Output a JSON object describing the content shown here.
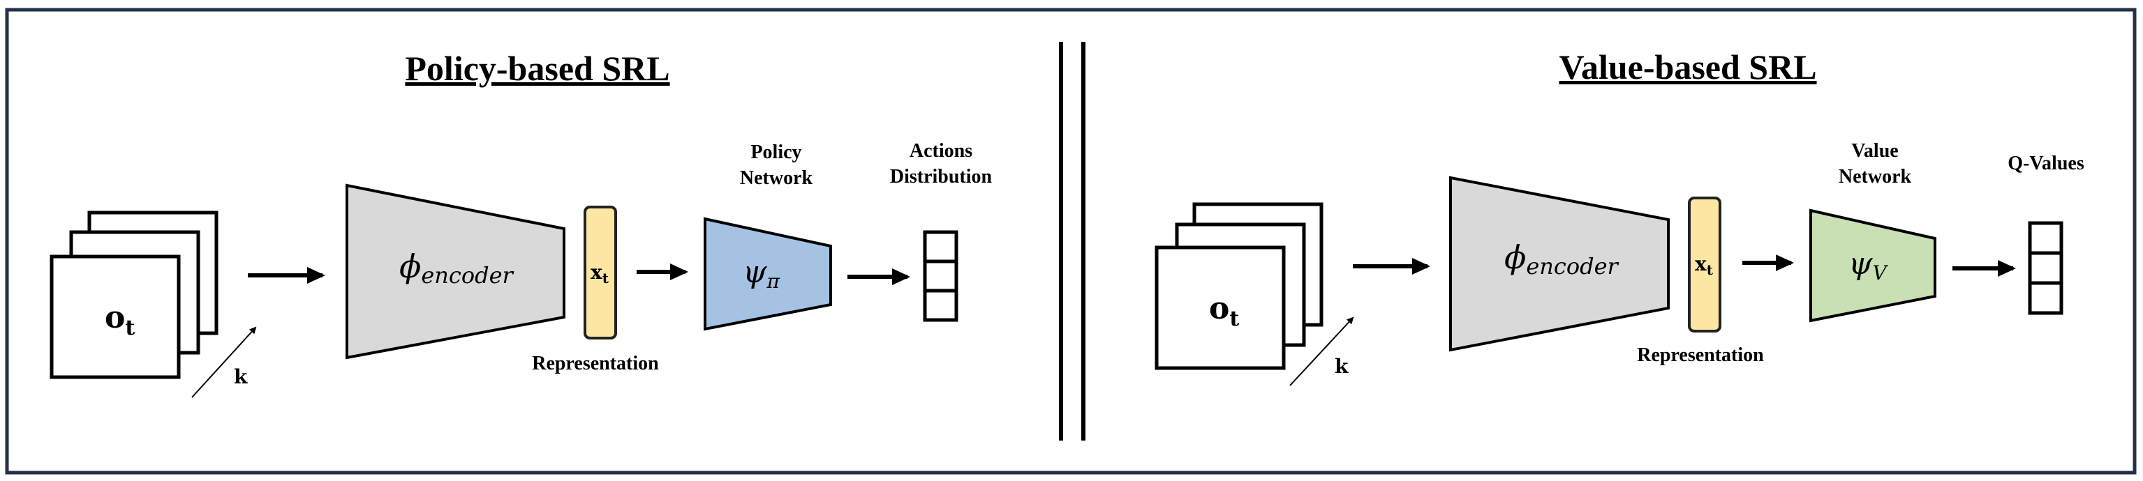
{
  "colors": {
    "frame": "#22304a",
    "ink": "#000000",
    "encoder_fill": "#d9d9d9",
    "representation_fill": "#fbe7a3",
    "representation_stroke": "#222222",
    "policy_fill": "#a6c2e3",
    "value_fill": "#c8e0b4"
  },
  "policy": {
    "title": "Policy-based SRL",
    "observation": {
      "main": "o",
      "sub": "t"
    },
    "stack_label": "k",
    "encoder": {
      "phi": "ϕ",
      "sub": "encoder"
    },
    "representation": {
      "main": "x",
      "sub": "t",
      "caption": "Representation"
    },
    "network": {
      "line1": "Policy",
      "line2": "Network",
      "psi": "ψ",
      "sub": "π"
    },
    "output": {
      "line1": "Actions",
      "line2": "Distribution"
    }
  },
  "value": {
    "title": "Value-based SRL",
    "observation": {
      "main": "o",
      "sub": "t"
    },
    "stack_label": "k",
    "encoder": {
      "phi": "ϕ",
      "sub": "encoder"
    },
    "representation": {
      "main": "x",
      "sub": "t",
      "caption": "Representation"
    },
    "network": {
      "line1": "Value",
      "line2": "Network",
      "psi": "ψ",
      "sub": "V"
    },
    "output": {
      "line1": "Q-Values"
    }
  }
}
